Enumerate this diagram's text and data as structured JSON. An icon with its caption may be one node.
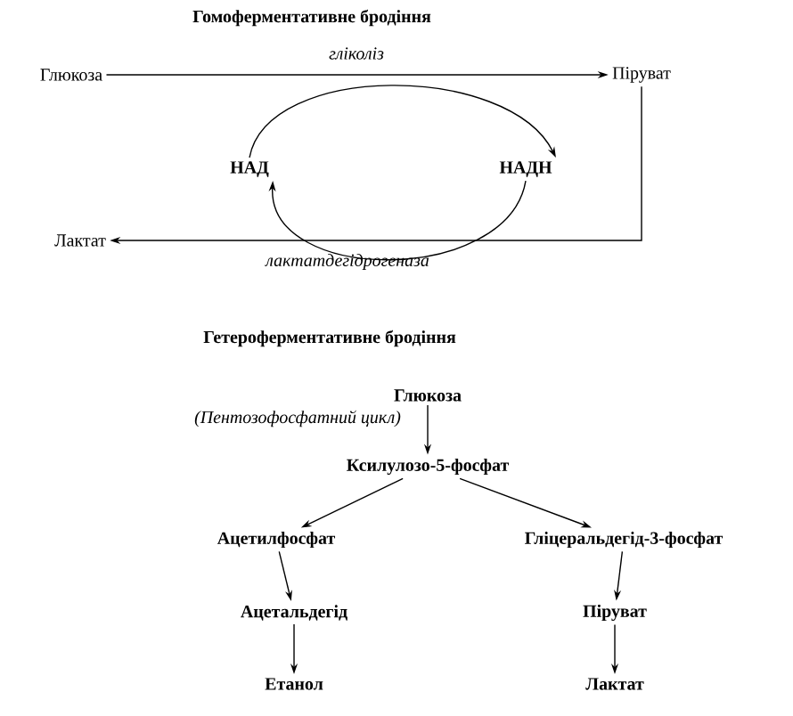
{
  "diagram": {
    "title": "Гомоферментативне бродіння",
    "nodes": [
      {
        "text": [
          "Глюкоза"
        ]
      },
      {
        "text": [
          "Піруват"
        ]
      },
      {
        "text": [
          "НАД"
        ]
      },
      {
        "text": [
          "НАДН"
        ]
      },
      {
        "text": [
          "Лактат"
        ]
      },
      {
        "text": [
          "Глюкоза"
        ]
      },
      {
        "text": [
          "Ксилулозо-5-фосфат"
        ]
      },
      {
        "text": [
          "Ацетилфосфат"
        ]
      },
      {
        "text": [
          "Гліцеральдегід-3-фосфат"
        ]
      },
      {
        "text": [
          "Ацетальдегід"
        ]
      },
      {
        "text": [
          "Піруват"
        ]
      },
      {
        "text": [
          "Етанол"
        ]
      },
      {
        "text": [
          "Лактат"
        ]
      }
    ],
    "edges": [
      {
        "from": 0,
        "to": 1,
        "arrow": "to",
        "label": "гліколіз"
      },
      {
        "from": 1,
        "to": 4,
        "arrow": "to",
        "label": "лактатдегідрогеназа"
      },
      {
        "from": 2,
        "to": 3,
        "arrow": "to"
      },
      {
        "from": 3,
        "to": 2,
        "arrow": "to"
      },
      {
        "from": 5,
        "to": 6,
        "arrow": "to",
        "label": "(Пентозофосфатний цикл)"
      },
      {
        "from": 6,
        "to": 7,
        "arrow": "to"
      },
      {
        "from": 6,
        "to": 8,
        "arrow": "to"
      },
      {
        "from": 7,
        "to": 9,
        "arrow": "to"
      },
      {
        "from": 9,
        "to": 11,
        "arrow": "to"
      },
      {
        "from": 8,
        "to": 10,
        "arrow": "to"
      },
      {
        "from": 10,
        "to": 12,
        "arrow": "to"
      }
    ],
    "labels": [
      "Гетероферментативне бродіння"
    ]
  }
}
